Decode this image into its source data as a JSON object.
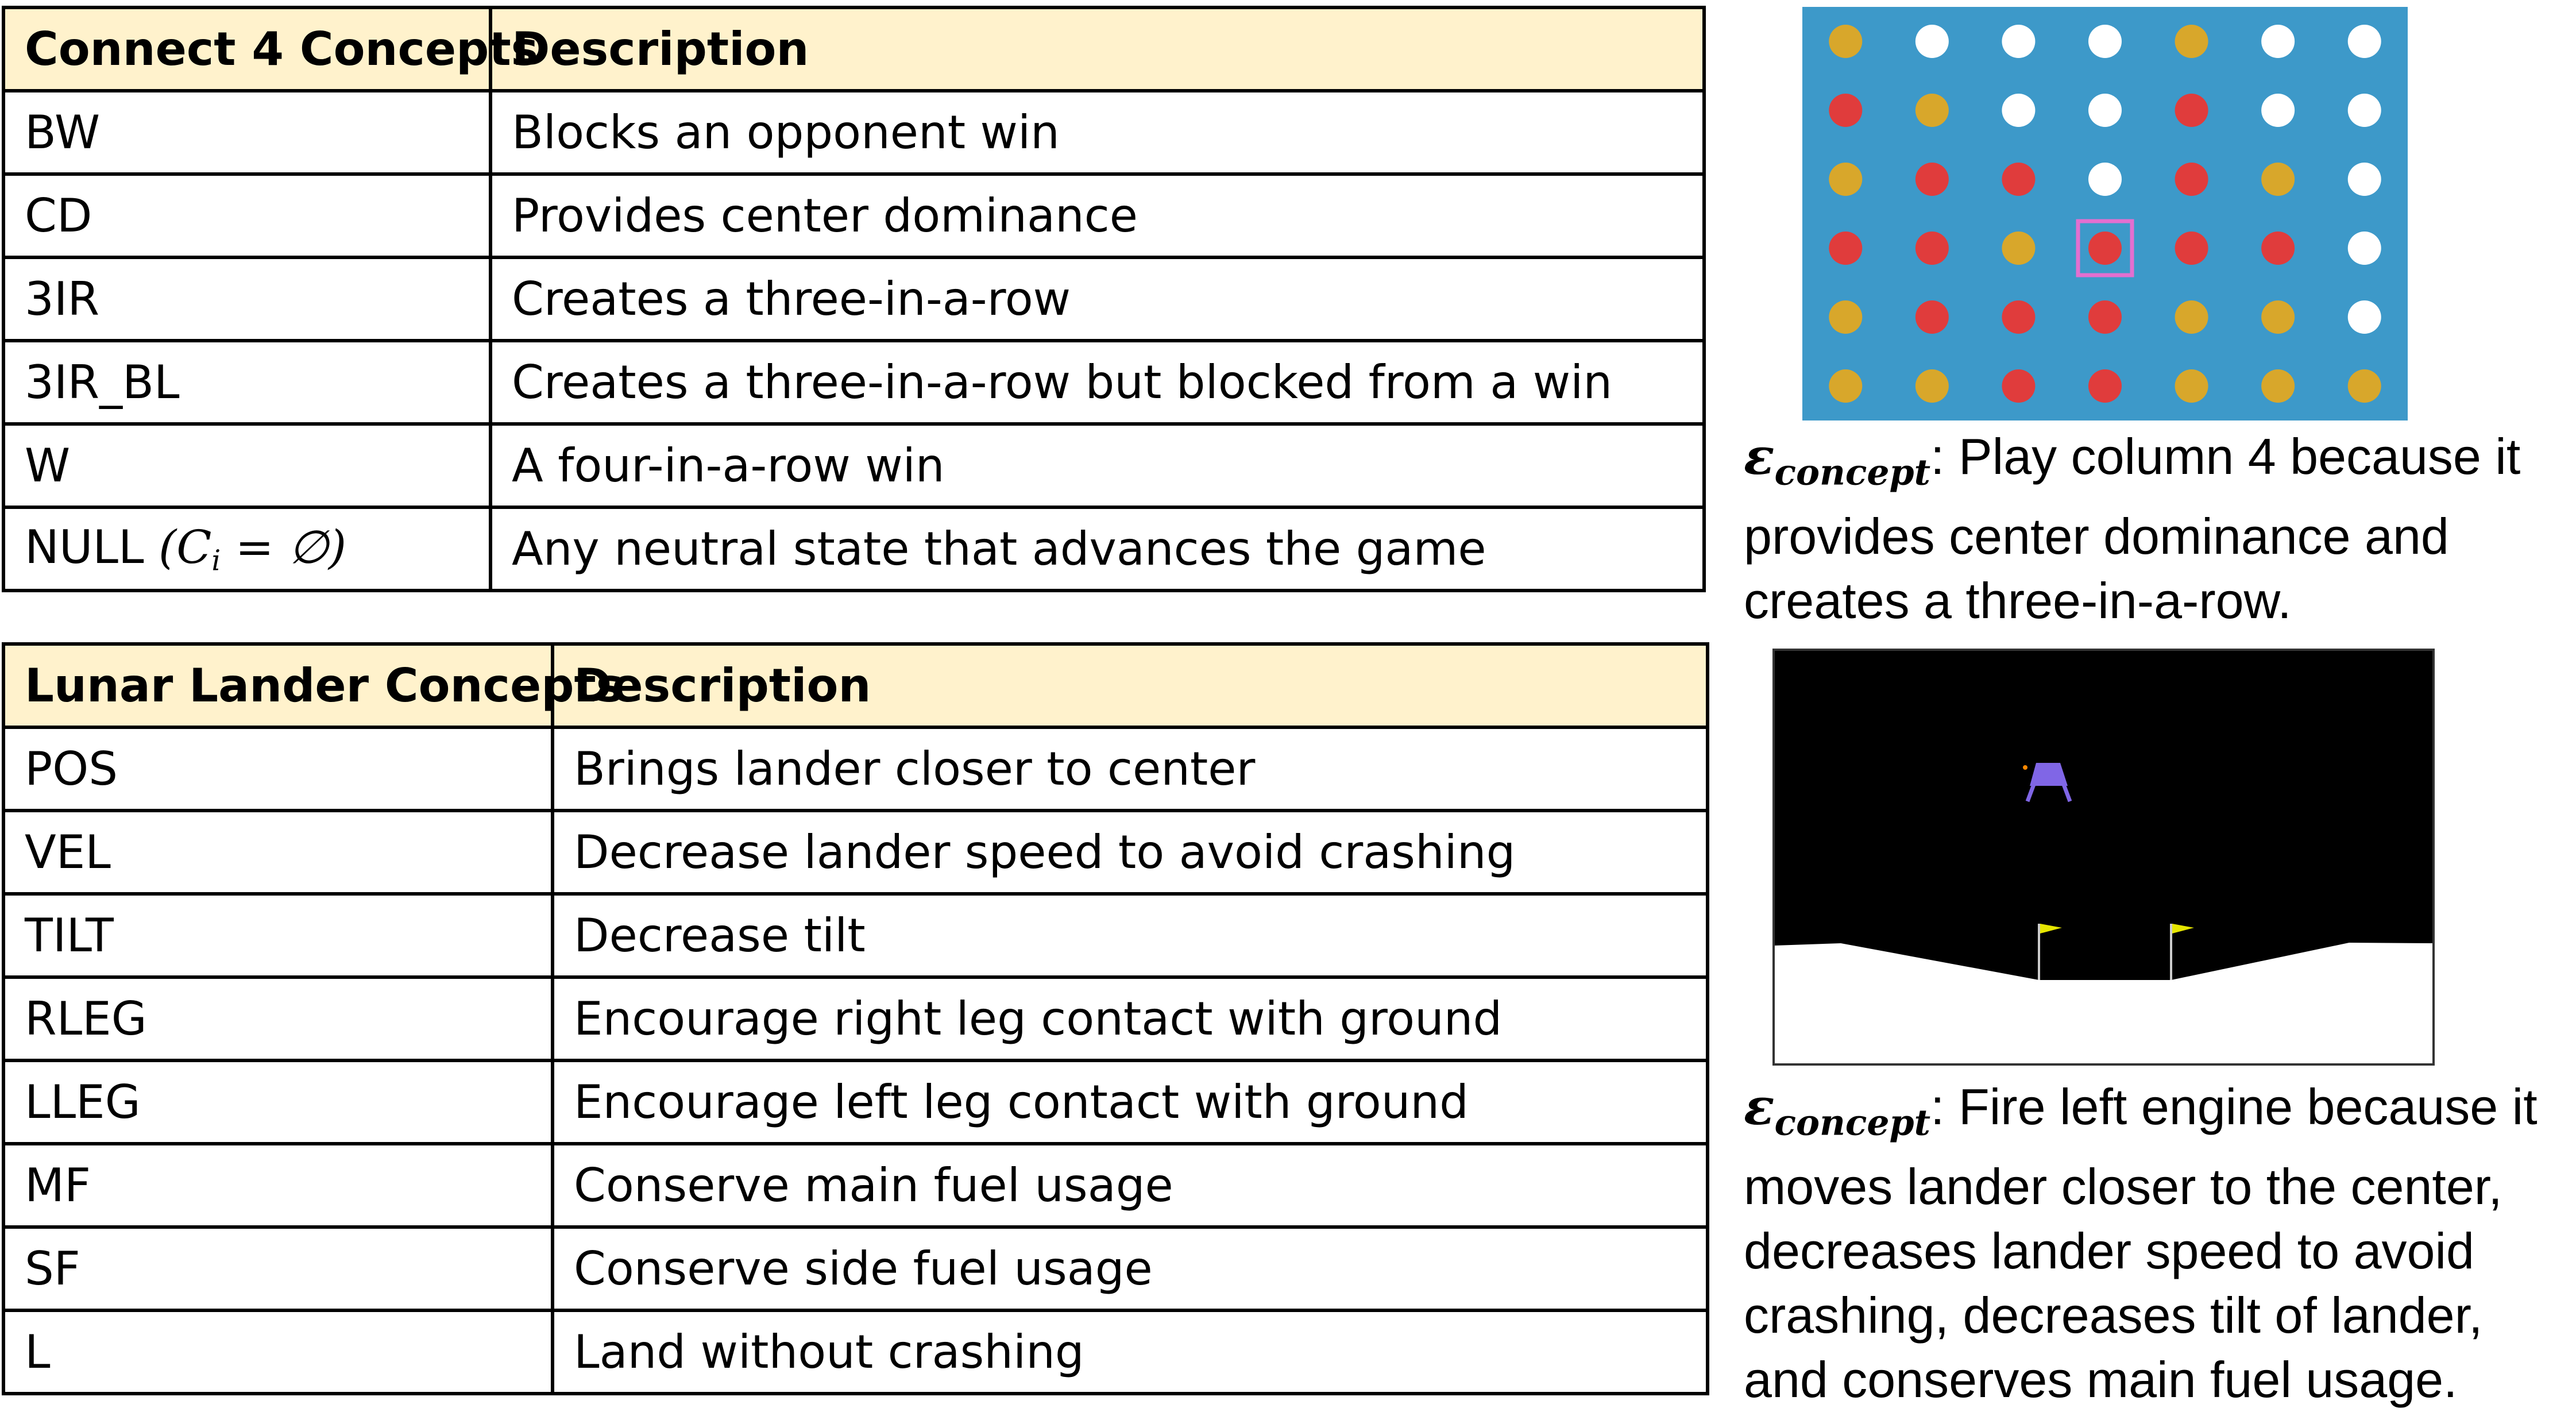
{
  "connect4_table": {
    "headers": [
      "Connect 4 Concepts",
      "Description"
    ],
    "rows": [
      [
        "BW",
        "Blocks an opponent win"
      ],
      [
        "CD",
        "Provides center dominance"
      ],
      [
        "3IR",
        "Creates a three-in-a-row"
      ],
      [
        "3IR_BL",
        "Creates a three-in-a-row but blocked from a win"
      ],
      [
        "W",
        "A four-in-a-row win"
      ],
      [
        "NULL",
        "Any neutral state that advances the game"
      ]
    ],
    "null_math": "(C",
    "null_math_sub": "i",
    "null_math_tail": " = ∅)"
  },
  "lunar_table": {
    "headers": [
      "Lunar Lander Concepts",
      "Description"
    ],
    "rows": [
      [
        "POS",
        "Brings lander closer to center"
      ],
      [
        "VEL",
        "Decrease lander speed to avoid crashing"
      ],
      [
        "TILT",
        "Decrease tilt"
      ],
      [
        "RLEG",
        "Encourage right leg contact with ground"
      ],
      [
        "LLEG",
        "Encourage left leg contact with ground"
      ],
      [
        "MF",
        "Conserve main fuel usage"
      ],
      [
        "SF",
        "Conserve side fuel usage"
      ],
      [
        "L",
        "Land without crashing"
      ]
    ]
  },
  "board": {
    "colors": {
      "background": "#3d99c9",
      "red": "#e03c3c",
      "yellow": "#d8a72b",
      "empty": "#ffffff",
      "highlight": "#e36fd0"
    },
    "grid": [
      [
        "Y",
        "W",
        "W",
        "W",
        "Y",
        "W",
        "W"
      ],
      [
        "R",
        "Y",
        "W",
        "W",
        "R",
        "W",
        "W"
      ],
      [
        "Y",
        "R",
        "R",
        "W",
        "R",
        "Y",
        "W"
      ],
      [
        "R",
        "R",
        "Y",
        "R",
        "R",
        "R",
        "W"
      ],
      [
        "Y",
        "R",
        "R",
        "R",
        "Y",
        "Y",
        "W"
      ],
      [
        "Y",
        "Y",
        "R",
        "R",
        "Y",
        "Y",
        "Y"
      ]
    ],
    "highlight_cell": {
      "row": 3,
      "col": 3
    }
  },
  "lander": {
    "colors": {
      "sky": "#000000",
      "ground": "#ffffff",
      "lander": "#8066e6",
      "flag": "#e6e600",
      "pole": "#cccccc",
      "flame": "#ff8800"
    }
  },
  "captions": {
    "symbol": "ε",
    "symbol_sub": "concept",
    "connect4": ": Play column 4 because it\nprovides center dominance and\ncreates a three-in-a-row.",
    "lunar": ": Fire left engine because it\nmoves lander closer to the center,\ndecreases lander speed to avoid\ncrashing, decreases tilt of lander,\nand conserves main fuel usage."
  }
}
